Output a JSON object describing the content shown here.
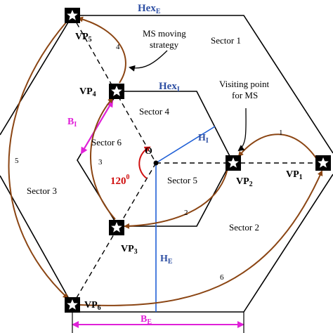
{
  "labels": {
    "hex_outer_main": "Hex",
    "hex_outer_sub": "E",
    "hex_inner_main": "Hex",
    "hex_inner_sub": "I",
    "vp1_main": "VP",
    "vp1_sub": "1",
    "vp2_main": "VP",
    "vp2_sub": "2",
    "vp3_main": "VP",
    "vp3_sub": "3",
    "vp4_main": "VP",
    "vp4_sub": "4",
    "vp5_main": "VP",
    "vp5_sub": "5",
    "vp6_main": "VP",
    "vp6_sub": "6",
    "sector1": "Sector 1",
    "sector2": "Sector 2",
    "sector3": "Sector 3",
    "sector4": "Sector 4",
    "sector5": "Sector 5",
    "sector6": "Sector 6",
    "center": "O",
    "angle_main": "120",
    "angle_sup": "0",
    "hi_main": "H",
    "hi_sub": "I",
    "he_main": "H",
    "he_sub": "E",
    "bi_main": "B",
    "bi_sub": "I",
    "be_main": "B",
    "be_sub": "E",
    "ms_strategy_line1": "MS moving",
    "ms_strategy_line2": "strategy",
    "visiting_line1": "Visiting point",
    "visiting_line2": "for MS",
    "arc1": "1",
    "arc2": "2",
    "arc3": "3",
    "arc4": "4",
    "arc5": "5",
    "arc6": "6"
  },
  "colors": {
    "hex_outer_label": "#2e4fa3",
    "hex_inner_label": "#2e4fa3",
    "blue_line": "#1f5fd6",
    "magenta": "#e020d8",
    "brown": "#8b4513",
    "red_angle": "#d01010",
    "label_blue": "#2e4fa3"
  },
  "icons": [
    "star-icon"
  ]
}
